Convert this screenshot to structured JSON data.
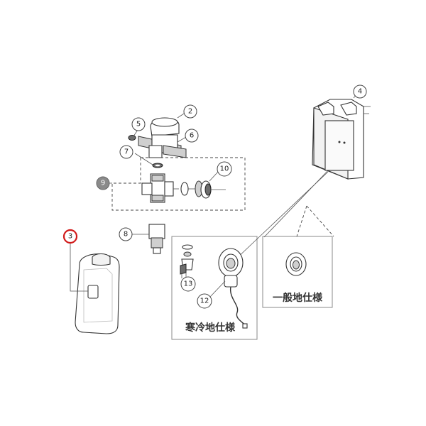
{
  "callouts": {
    "c2": "2",
    "c3": "3",
    "c4": "4",
    "c5": "5",
    "c6": "6",
    "c7": "7",
    "c8": "8",
    "c9": "9",
    "c10": "10",
    "c12": "12",
    "c13": "13"
  },
  "variants": {
    "cold_region": "寒冷地仕様",
    "standard": "一般地仕様"
  },
  "colors": {
    "selected_callout": "#d11a1a",
    "assembly_callout_fill": "#8a8a8a"
  }
}
